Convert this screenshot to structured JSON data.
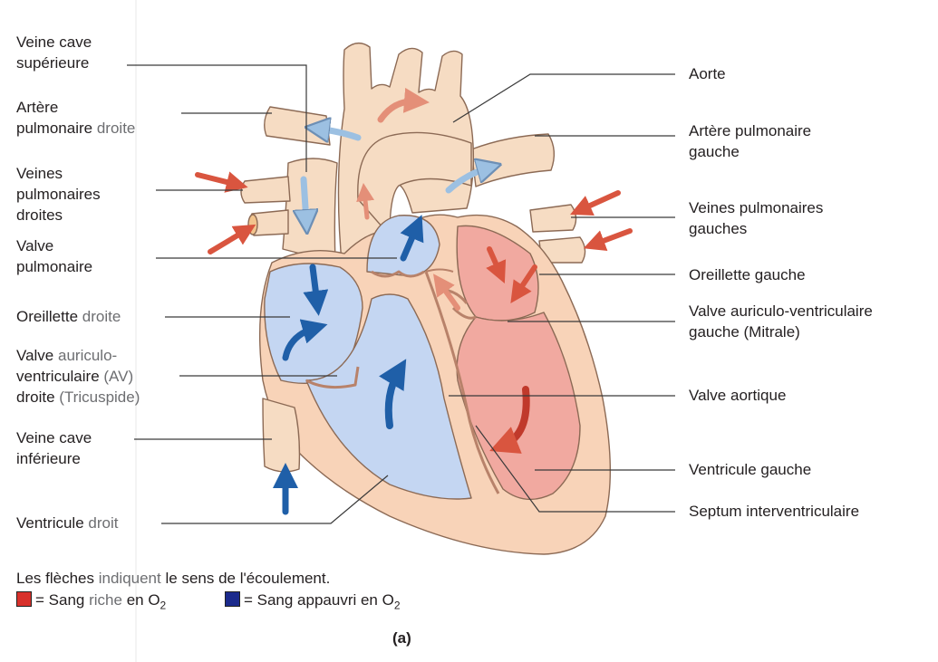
{
  "labels": {
    "veine_cave_sup": {
      "l1": "Veine cave",
      "l2": "supérieure"
    },
    "artere_pulm_droite": {
      "l1": "Artère",
      "l2a": "pulmonaire",
      "l2b": "droite"
    },
    "veines_pulm_droites": {
      "l1": "Veines",
      "l2": "pulmonaires",
      "l3": "droites"
    },
    "valve_pulmonaire": {
      "l1": "Valve",
      "l2": "pulmonaire"
    },
    "oreillette_droite": {
      "a": "Oreillette",
      "b": "droite"
    },
    "valve_av_droite": {
      "l1a": "Valve",
      "l1b": "auriculo-",
      "l2a": "ventriculaire",
      "l2b": "(AV)",
      "l3a": "droite",
      "l3b": "(Tricuspide)"
    },
    "veine_cave_inf": {
      "l1": "Veine cave",
      "l2": "inférieure"
    },
    "ventricule_droit": {
      "a": "Ventricule",
      "b": "droit"
    },
    "aorte": "Aorte",
    "artere_pulm_gauche": {
      "l1": "Artère pulmonaire",
      "l2": "gauche"
    },
    "veines_pulm_gauches": {
      "l1": "Veines pulmonaires",
      "l2": "gauches"
    },
    "oreillette_gauche": "Oreillette gauche",
    "valve_av_gauche": {
      "l1": "Valve auriculo-ventriculaire",
      "l2": "gauche (Mitrale)"
    },
    "valve_aortique": "Valve aortique",
    "ventricule_gauche": "Ventricule gauche",
    "septum": "Septum interventriculaire"
  },
  "legend": {
    "line1a": "Les flèches",
    "line1b": "indiquent",
    "line1c": "le sens de l'écoulement.",
    "red_text_a": "= Sang",
    "red_text_b": "riche",
    "red_text_c": "en O",
    "red_sub": "2",
    "blue_text": "= Sang appauvri en O",
    "blue_sub": "2",
    "red_color": "#d8312b",
    "blue_color": "#1b2a8c"
  },
  "caption": "(a)"
}
